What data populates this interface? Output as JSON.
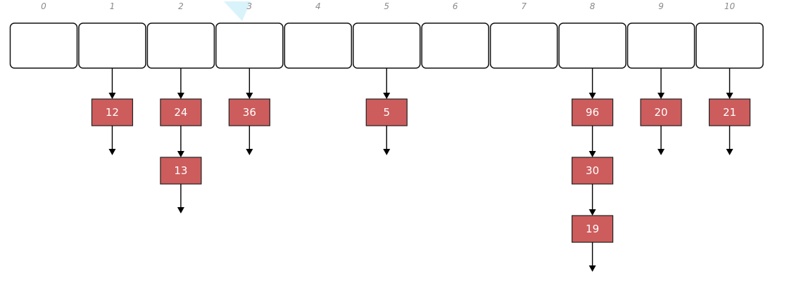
{
  "hash_table": {
    "slots": [
      {
        "index": "0",
        "chain": []
      },
      {
        "index": "1",
        "chain": [
          "12"
        ]
      },
      {
        "index": "2",
        "chain": [
          "24",
          "13"
        ]
      },
      {
        "index": "3",
        "chain": [
          "36"
        ]
      },
      {
        "index": "4",
        "chain": []
      },
      {
        "index": "5",
        "chain": [
          "5"
        ]
      },
      {
        "index": "6",
        "chain": []
      },
      {
        "index": "7",
        "chain": []
      },
      {
        "index": "8",
        "chain": [
          "96",
          "30",
          "19"
        ]
      },
      {
        "index": "9",
        "chain": [
          "20"
        ]
      },
      {
        "index": "10",
        "chain": [
          "21"
        ]
      }
    ]
  },
  "colors": {
    "node_fill": "#cd5c5c",
    "node_text": "#ffffff",
    "slot_fill": "#ffffff",
    "slot_border": "#111111",
    "index_text": "#8a8a8a",
    "watermark": "#d9f3fb"
  },
  "icons": {
    "link": "arrow-down-icon"
  }
}
